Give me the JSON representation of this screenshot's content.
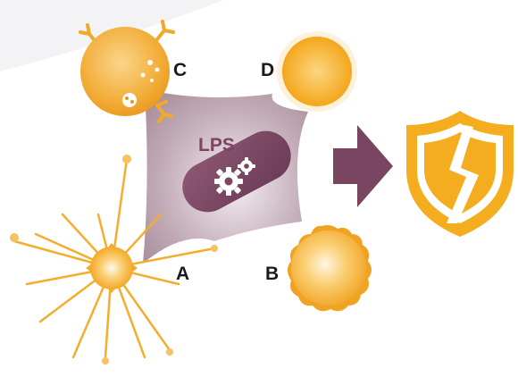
{
  "diagram": {
    "center_label": "LPS",
    "cells": {
      "a": {
        "label": "A"
      },
      "b": {
        "label": "B"
      },
      "c": {
        "label": "C"
      },
      "d": {
        "label": "D"
      }
    },
    "icons": {
      "bacterium": "bacterium-with-gears-icon",
      "arrow": "right-arrow-icon",
      "shield": "broken-shield-icon"
    }
  },
  "colors": {
    "accent_orange": "#f4ad1f",
    "cell_orange": "#f3a82a",
    "purple": "#7a4560",
    "star_fill": "#bfa8b4"
  }
}
